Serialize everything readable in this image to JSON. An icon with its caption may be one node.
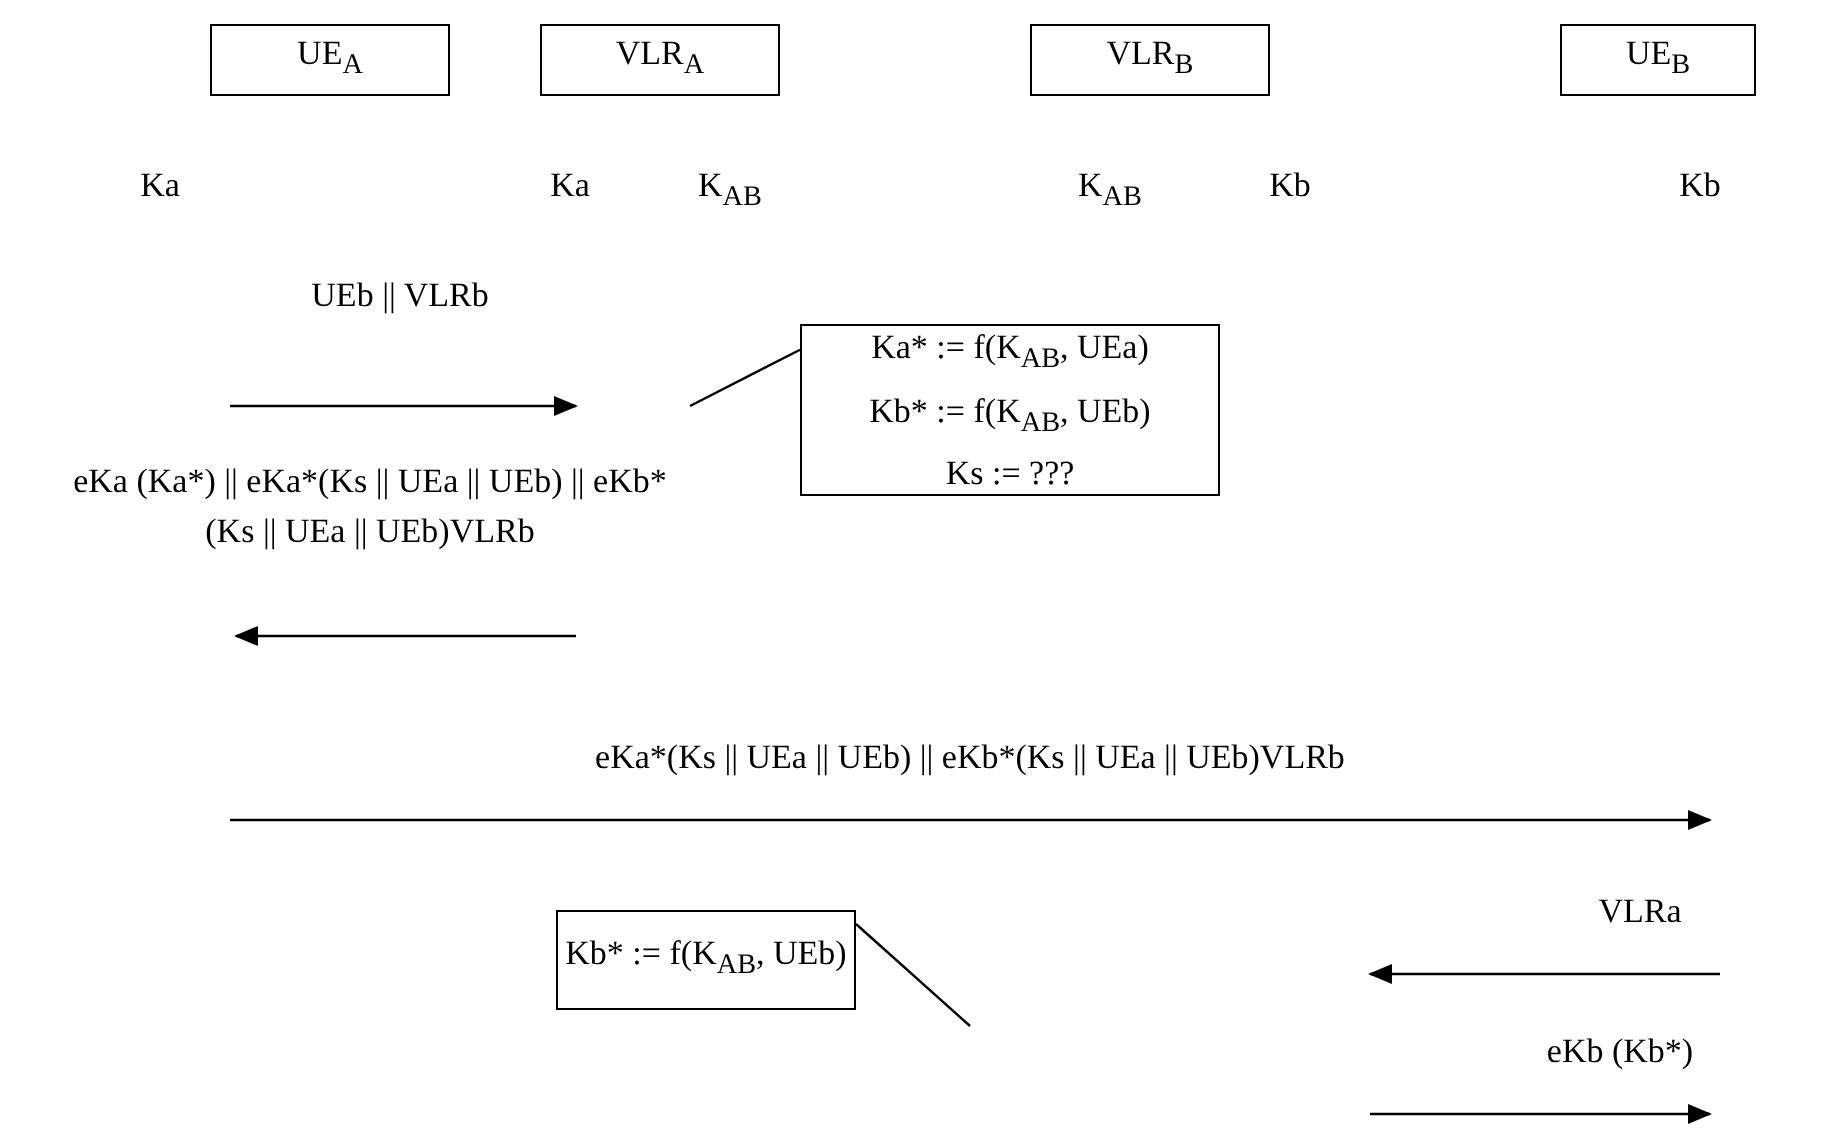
{
  "diagram": {
    "nodes": [
      {
        "text": [
          "UE$_{A}$"
        ]
      },
      {
        "text": [
          "VLR$_{A}$"
        ]
      },
      {
        "text": [
          "VLR$_{B}$"
        ]
      },
      {
        "text": [
          "UE$_{B}$"
        ]
      },
      {
        "text": [
          "Ka* := f(K$_{AB}$, UEa)",
          "Kb* := f(K$_{AB}$, UEb)",
          "Ks := ???"
        ]
      },
      {
        "text": [
          "Kb* := f(K$_{AB}$, UEb)"
        ]
      }
    ],
    "edges": [
      {
        "from": 4,
        "to": null,
        "arrow": "none"
      },
      {
        "from": 5,
        "to": null,
        "arrow": "none"
      }
    ],
    "labels": [
      "Ka",
      "Ka",
      "K$_{AB}$",
      "K$_{AB}$",
      "Kb",
      "Kb",
      "UEb || VLRb",
      "eKa (Ka*) || eKa*(Ks || UEa || UEb) || eKb*(Ks || UEa || UEb)VLRb",
      "eKa*(Ks || UEa || UEb) || eKb*(Ks || UEa || UEb)VLRb",
      "VLRa",
      "eKb (Kb*)"
    ]
  }
}
